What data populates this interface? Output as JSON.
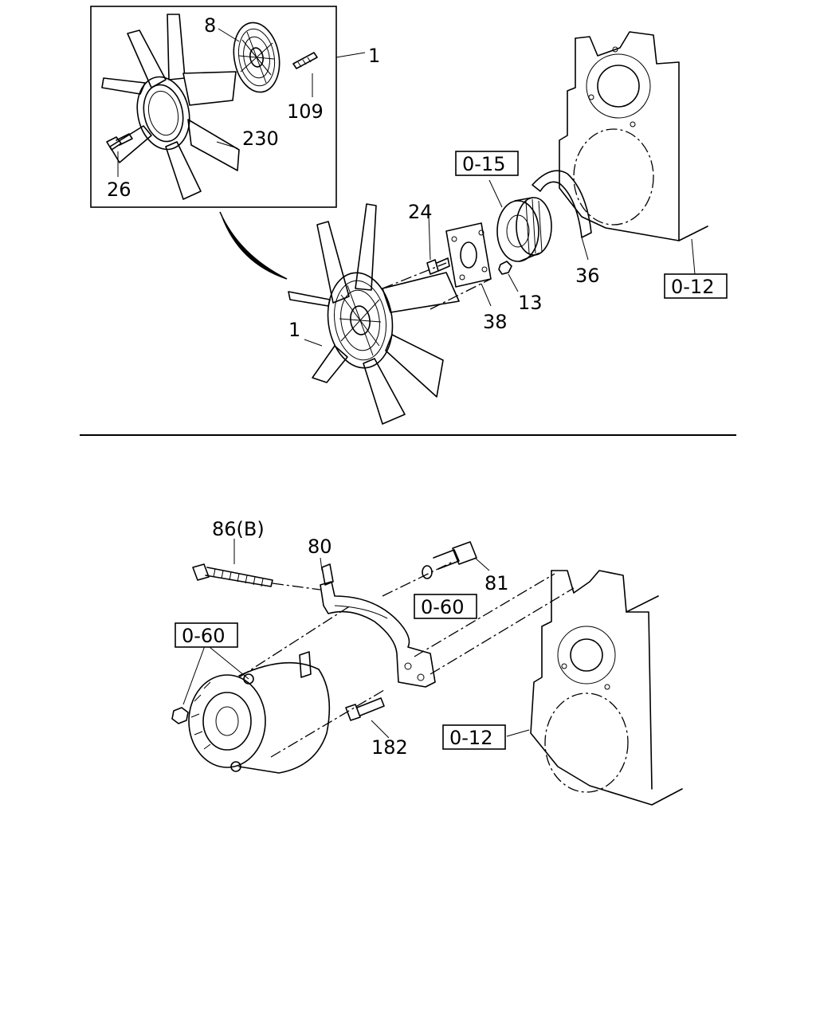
{
  "labels": {
    "inset_8": "8",
    "inset_1": "1",
    "inset_109": "109",
    "inset_230": "230",
    "inset_26": "26",
    "ref_0_15": "0-15",
    "p24": "24",
    "p36": "36",
    "ref_0_12_top": "0-12",
    "p13": "13",
    "p38": "38",
    "p1": "1",
    "p86b": "86(B)",
    "p80": "80",
    "p81": "81",
    "ref_0_60_right": "0-60",
    "ref_0_60_left": "0-60",
    "p182": "182",
    "ref_0_12_bottom": "0-12"
  }
}
